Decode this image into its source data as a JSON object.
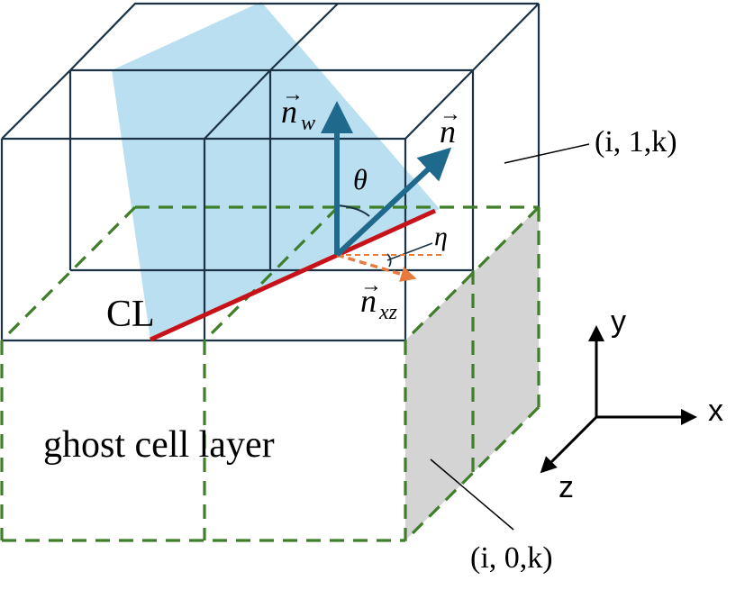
{
  "labels": {
    "cell_upper": "(i, 1,k)",
    "cell_ghost": "(i, 0,k)",
    "ghost_layer": "ghost cell layer",
    "contact_line": "CL",
    "theta": "θ",
    "eta": "η",
    "n_base": "n",
    "n_w_base": "n",
    "n_w_sub": "w",
    "n_xz_base": "n",
    "n_xz_sub": "xz",
    "vec_arrow": "→",
    "axis_x": "x",
    "axis_y": "y",
    "axis_z": "z"
  },
  "colors": {
    "cell_edge": "#1b3345",
    "ghost_edge": "#3f7f2a",
    "interface_plane": "#a9d7ee",
    "contact_line": "#c8121a",
    "normal_vector": "#1f6a8c",
    "projected_normal": "#e87a3c",
    "ghost_face": "#d4d4d4",
    "axes": "#000000"
  }
}
